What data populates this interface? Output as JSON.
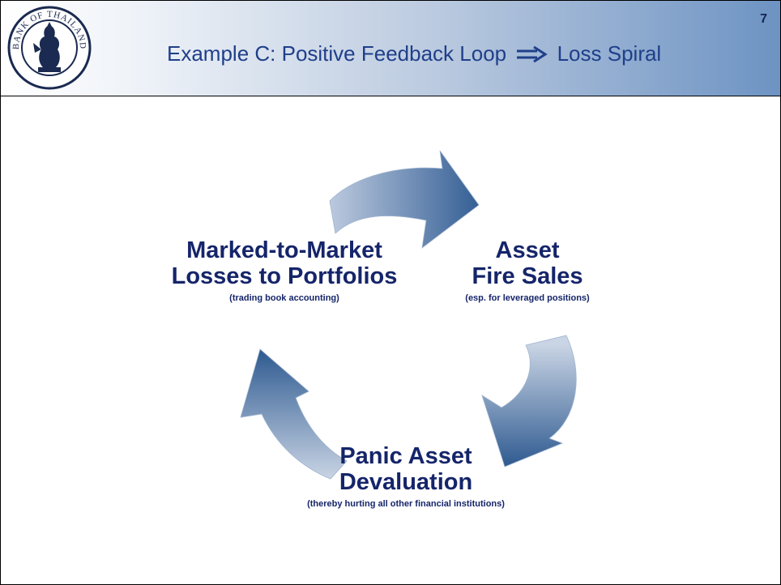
{
  "header": {
    "title_part1": "Example C: Positive Feedback Loop",
    "title_part2": "Loss Spiral",
    "page_number": "7",
    "logo_text": "BANK OF THAILAND",
    "arrow_icon": "double-right-arrow-icon"
  },
  "nodes": {
    "marked": {
      "line1": "Marked-to-Market",
      "line2": "Losses to Portfolios",
      "sub": "(trading book accounting)"
    },
    "fire": {
      "line1": "Asset",
      "line2": "Fire Sales",
      "sub": "(esp. for leveraged positions)"
    },
    "panic": {
      "line1": "Panic Asset",
      "line2": "Devaluation",
      "sub": "(thereby hurting all other financial institutions)"
    }
  },
  "colors": {
    "title": "#1f3f8a",
    "text": "#15256a",
    "arrow_dark": "#2e5a90",
    "arrow_light": "#c9d4e4"
  }
}
